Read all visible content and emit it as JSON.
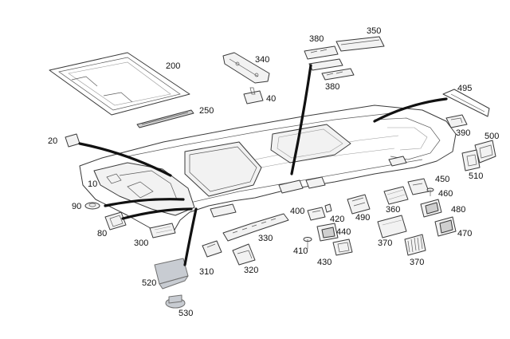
{
  "diagram": {
    "callouts": {
      "c10": "10",
      "c20": "20",
      "c40": "40",
      "c80": "80",
      "c90": "90",
      "c200": "200",
      "c250": "250",
      "c300": "300",
      "c310": "310",
      "c320": "320",
      "c330": "330",
      "c340": "340",
      "c350": "350",
      "c360": "360",
      "c370a": "370",
      "c370b": "370",
      "c380a": "380",
      "c380b": "380",
      "c390": "390",
      "c400": "400",
      "c410": "410",
      "c420": "420",
      "c430": "430",
      "c440": "440",
      "c450": "450",
      "c460": "460",
      "c470": "470",
      "c480": "480",
      "c490": "490",
      "c495": "495",
      "c500": "500",
      "c510": "510",
      "c520": "520",
      "c530": "530"
    }
  }
}
